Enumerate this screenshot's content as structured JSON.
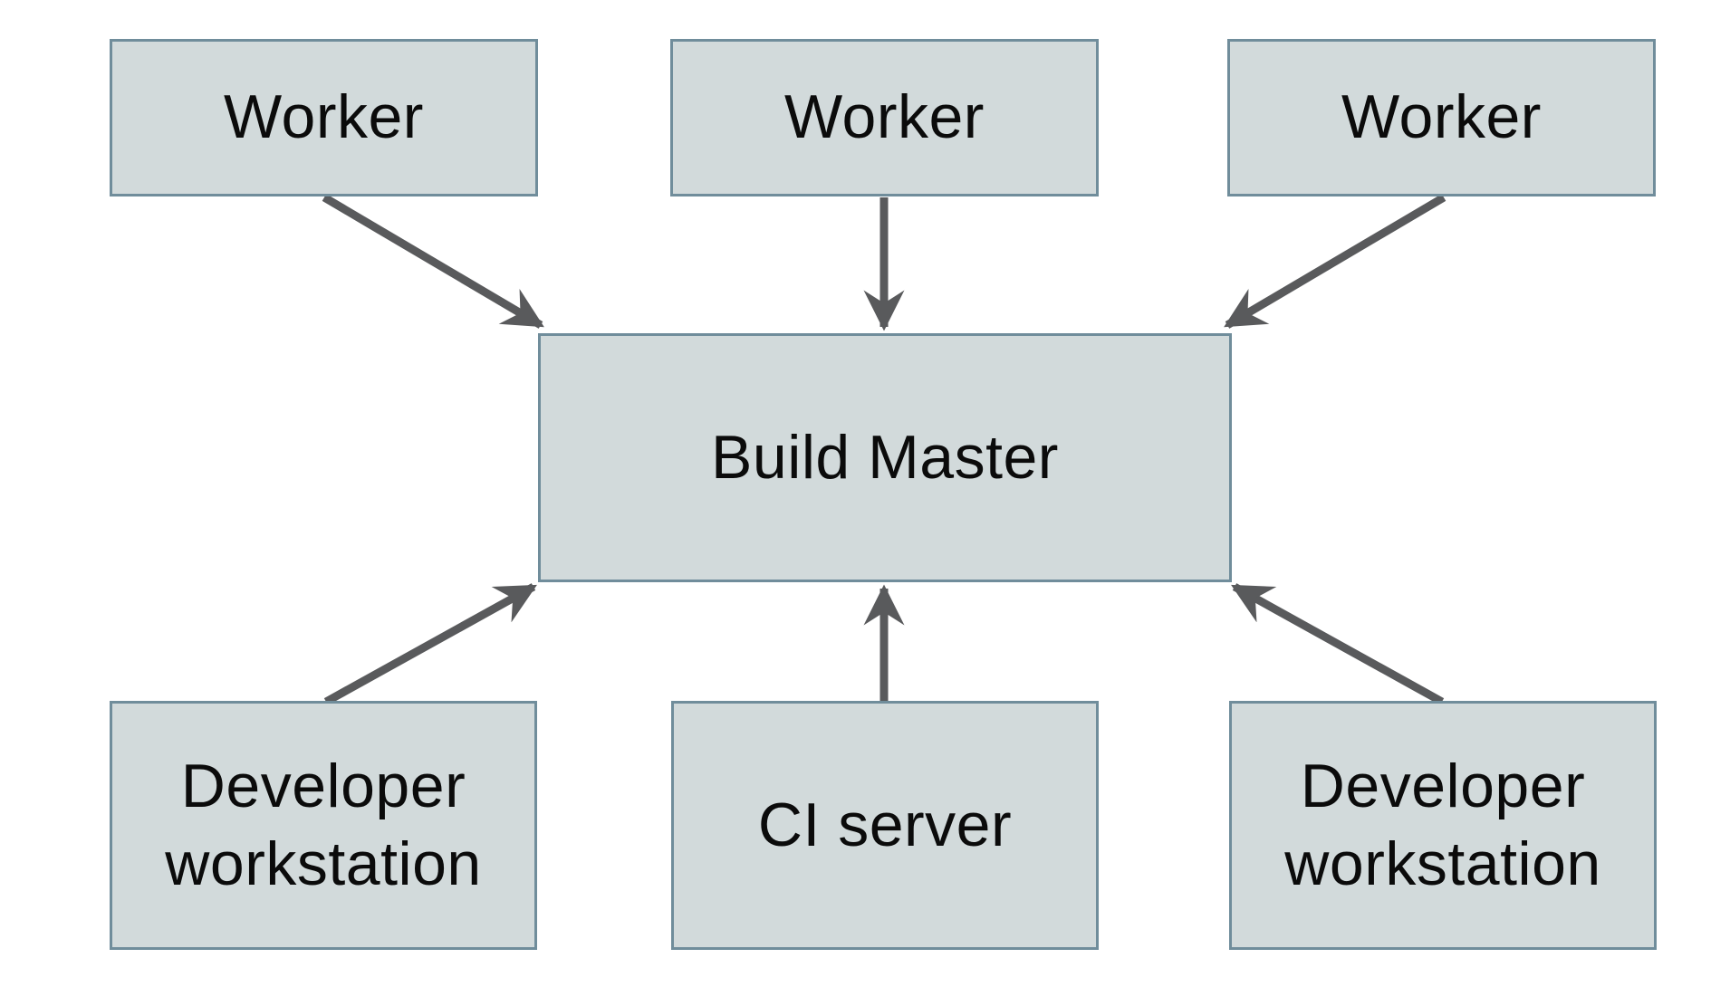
{
  "diagram": {
    "nodes": {
      "worker1": {
        "label": "Worker"
      },
      "worker2": {
        "label": "Worker"
      },
      "worker3": {
        "label": "Worker"
      },
      "build_master": {
        "label": "Build Master"
      },
      "dev_left": {
        "label": "Developer workstation"
      },
      "ci_server": {
        "label": "CI server"
      },
      "dev_right": {
        "label": "Developer workstation"
      }
    },
    "edges": [
      {
        "from": "worker1",
        "to": "build_master"
      },
      {
        "from": "worker2",
        "to": "build_master"
      },
      {
        "from": "worker3",
        "to": "build_master"
      },
      {
        "from": "dev_left",
        "to": "build_master"
      },
      {
        "from": "ci_server",
        "to": "build_master"
      },
      {
        "from": "dev_right",
        "to": "build_master"
      }
    ],
    "colors": {
      "background": "#ffffff",
      "node_fill": "#d2dadb",
      "node_border": "#708d9b",
      "arrow": "#595a5c",
      "text": "#0b0b0b"
    }
  }
}
